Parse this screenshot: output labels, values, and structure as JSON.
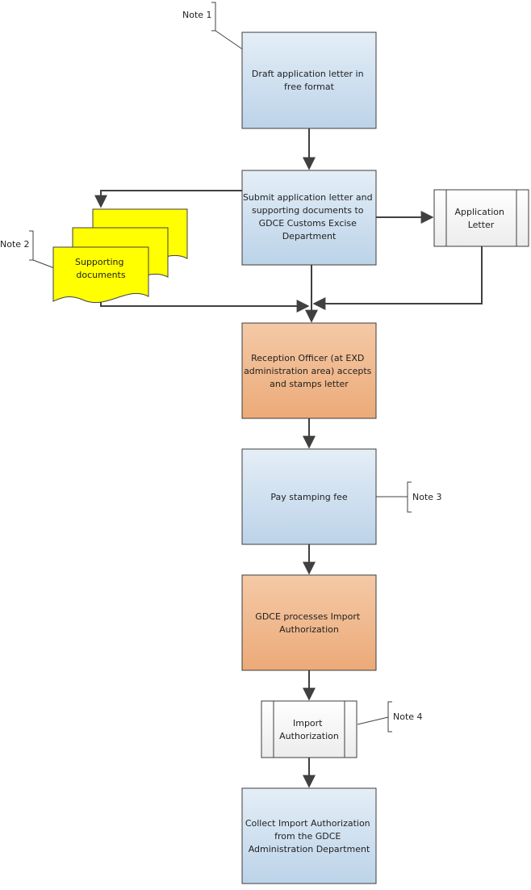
{
  "colors": {
    "blue_fill_top": "#e4eef7",
    "blue_fill_bottom": "#bcd3e8",
    "orange_fill_top": "#f4c9a6",
    "orange_fill_bottom": "#ecaa78",
    "doc_yellow": "#ffff00",
    "connector": "#404040",
    "box_border": "#3d3d3d"
  },
  "notes": {
    "note1": "Note 1",
    "note2": "Note 2",
    "note3": "Note 3",
    "note4": "Note 4"
  },
  "steps": {
    "draft": [
      "Draft application letter in",
      "free format"
    ],
    "submit": [
      "Submit application letter and",
      "supporting documents to",
      "GDCE Customs Excise",
      "Department"
    ],
    "reception": [
      "Reception Officer (at EXD",
      "administration area) accepts",
      "and stamps letter"
    ],
    "pay": [
      "Pay stamping fee"
    ],
    "processes": [
      "GDCE processes Import",
      "Authorization"
    ],
    "collect": [
      "Collect Import Authorization",
      "from the GDCE",
      "Administration Department"
    ]
  },
  "documents": {
    "application_letter": [
      "Application",
      "Letter"
    ],
    "supporting_documents": [
      "Supporting",
      "documents"
    ],
    "import_authorization": [
      "Import",
      "Authorization"
    ]
  }
}
